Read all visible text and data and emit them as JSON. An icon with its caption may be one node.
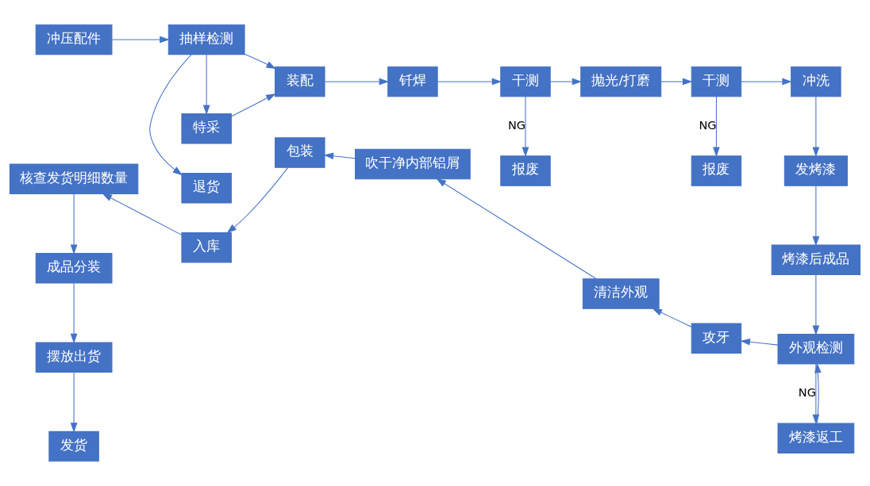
{
  "diagram": {
    "nodes": [
      {
        "text": [
          "冲压配件"
        ]
      },
      {
        "text": [
          "抽样检测"
        ]
      },
      {
        "text": [
          "装配"
        ]
      },
      {
        "text": [
          "钎焊"
        ]
      },
      {
        "text": [
          "干测"
        ]
      },
      {
        "text": [
          "抛光/打磨"
        ]
      },
      {
        "text": [
          "干测"
        ]
      },
      {
        "text": [
          "冲洗"
        ]
      },
      {
        "text": [
          "退货"
        ]
      },
      {
        "text": [
          "特采"
        ]
      },
      {
        "text": [
          "报废"
        ]
      },
      {
        "text": [
          "报废"
        ]
      },
      {
        "text": [
          "发烤漆"
        ]
      },
      {
        "text": [
          "烤漆后成品"
        ]
      },
      {
        "text": [
          "核查发货明细数量"
        ]
      },
      {
        "text": [
          "入库"
        ]
      },
      {
        "text": [
          "包装"
        ]
      },
      {
        "text": [
          "吹干净内部铝屑"
        ]
      },
      {
        "text": [
          "清洁外观"
        ]
      },
      {
        "text": [
          "攻牙"
        ]
      },
      {
        "text": [
          "外观检测"
        ]
      },
      {
        "text": [
          "烤漆返工"
        ]
      },
      {
        "text": [
          "成品分装"
        ]
      },
      {
        "text": [
          "摆放出货"
        ]
      },
      {
        "text": [
          "发货"
        ]
      }
    ],
    "edges": [
      {
        "from": 0,
        "to": 1,
        "arrow": "to"
      },
      {
        "from": 1,
        "to": 2,
        "arrow": "to"
      },
      {
        "from": 2,
        "to": 3,
        "arrow": "to"
      },
      {
        "from": 3,
        "to": 4,
        "arrow": "to"
      },
      {
        "from": 4,
        "to": 5,
        "arrow": "to"
      },
      {
        "from": 5,
        "to": 6,
        "arrow": "to"
      },
      {
        "from": 6,
        "to": 7,
        "arrow": "to"
      },
      {
        "from": 1,
        "to": 8,
        "arrow": "to"
      },
      {
        "from": 1,
        "to": 9,
        "arrow": "to"
      },
      {
        "from": 9,
        "to": 2,
        "arrow": "to"
      },
      {
        "from": 4,
        "to": 10,
        "arrow": "to",
        "label": "NG"
      },
      {
        "from": 6,
        "to": 11,
        "arrow": "to",
        "label": "NG"
      },
      {
        "from": 7,
        "to": 12,
        "arrow": "to"
      },
      {
        "from": 12,
        "to": 13,
        "arrow": "to"
      },
      {
        "from": 13,
        "to": 20,
        "arrow": "to"
      },
      {
        "from": 20,
        "to": 19,
        "arrow": "to"
      },
      {
        "from": 19,
        "to": 18,
        "arrow": "to"
      },
      {
        "from": 18,
        "to": 17,
        "arrow": "to"
      },
      {
        "from": 17,
        "to": 16,
        "arrow": "to"
      },
      {
        "from": 16,
        "to": 15,
        "arrow": "to"
      },
      {
        "from": 15,
        "to": 14,
        "arrow": "to"
      },
      {
        "from": 20,
        "to": 21,
        "arrow": "to",
        "label": "NG"
      },
      {
        "from": 21,
        "to": 20,
        "arrow": "to"
      },
      {
        "from": 14,
        "to": 22,
        "arrow": "to"
      },
      {
        "from": 22,
        "to": 23,
        "arrow": "to"
      },
      {
        "from": 23,
        "to": 24,
        "arrow": "to"
      }
    ]
  }
}
